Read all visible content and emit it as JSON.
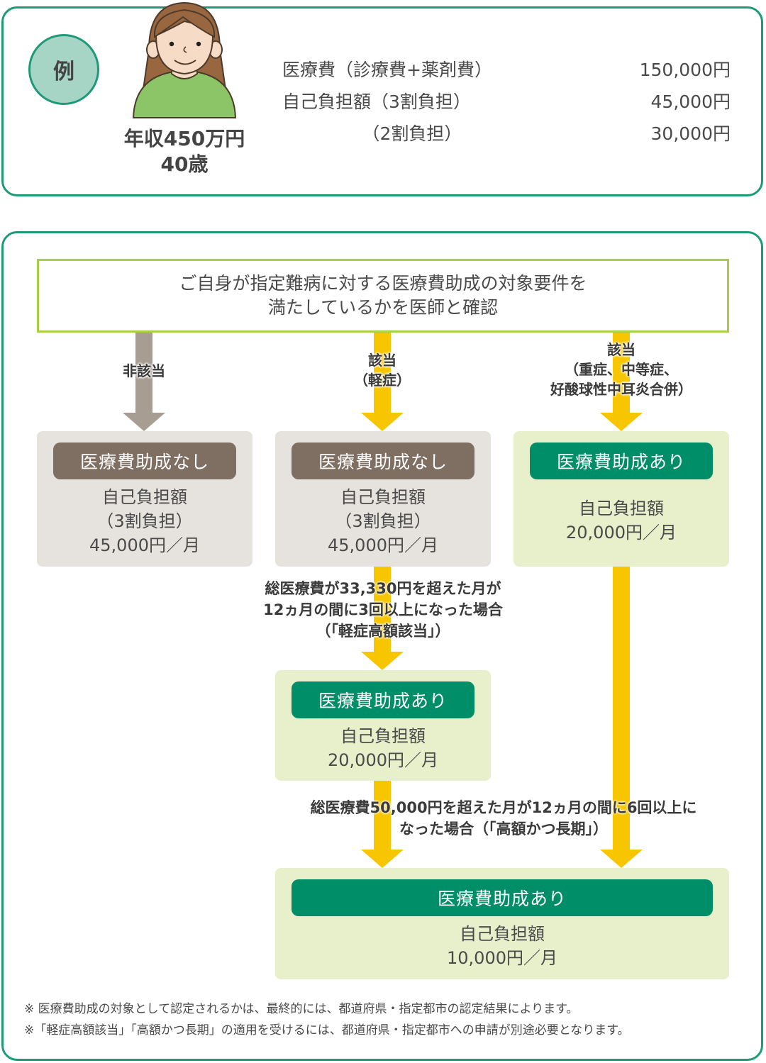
{
  "example": {
    "badge": "例",
    "person_icon": "woman-avatar-icon",
    "income": "年収450万円",
    "age": "40歳",
    "costs": [
      {
        "label": "医療費（診療費+薬剤費）",
        "value": "150,000円"
      },
      {
        "label": "自己負担額（3割負担）",
        "value": "45,000円"
      },
      {
        "label": "　　　　　（2割負担）",
        "value": "30,000円"
      }
    ]
  },
  "flow": {
    "start": {
      "line1": "ご自身が指定難病に対する医療費助成の対象要件を",
      "line2": "満たしているかを医師と確認"
    },
    "branches": [
      {
        "lines": [
          "非該当"
        ]
      },
      {
        "lines": [
          "該当",
          "（軽症）"
        ]
      },
      {
        "lines": [
          "該当",
          "（重症、中等症、",
          "好酸球性中耳炎合併）"
        ]
      }
    ],
    "results": [
      {
        "badge": "医療費助成なし",
        "lines": [
          "自己負担額",
          "（3割負担）",
          "45,000円／月"
        ],
        "status": "none"
      },
      {
        "badge": "医療費助成なし",
        "lines": [
          "自己負担額",
          "（3割負担）",
          "45,000円／月"
        ],
        "status": "none"
      },
      {
        "badge": "医療費助成あり",
        "lines": [
          "自己負担額",
          "20,000円／月"
        ],
        "status": "subsidized"
      },
      {
        "badge": "医療費助成あり",
        "lines": [
          "自己負担額",
          "20,000円／月"
        ],
        "status": "subsidized"
      },
      {
        "badge": "医療費助成あり",
        "lines": [
          "自己負担額",
          "10,000円／月"
        ],
        "status": "subsidized"
      }
    ],
    "conditions": [
      {
        "lines": [
          "総医療費が33,330円を超えた月が",
          "12ヵ月の間に3回以上になった場合",
          "（「軽症高額該当」）"
        ]
      },
      {
        "lines": [
          "総医療費50,000円を超えた月が12ヵ月の間に6回以上に",
          "なった場合（「高額かつ長期」）"
        ]
      }
    ]
  },
  "notes": [
    "※ 医療費助成の対象として認定されるかは、最終的には、都道府県・指定都市の認定結果によります。",
    "※「軽症高額該当」「高額かつ長期」の適用を受けるには、都道府県・指定都市への申請が別途必要となります。"
  ],
  "colors": {
    "frame": "#1f9a78",
    "start_border": "#a8cf45",
    "arrow_gray": "#a89d93",
    "arrow_yellow": "#f7c600",
    "no_subsidy_pill": "#7f6e62",
    "subsidy_pill": "#008e69",
    "gray_box": "#e6e2de",
    "green_box": "#e7efcb"
  }
}
